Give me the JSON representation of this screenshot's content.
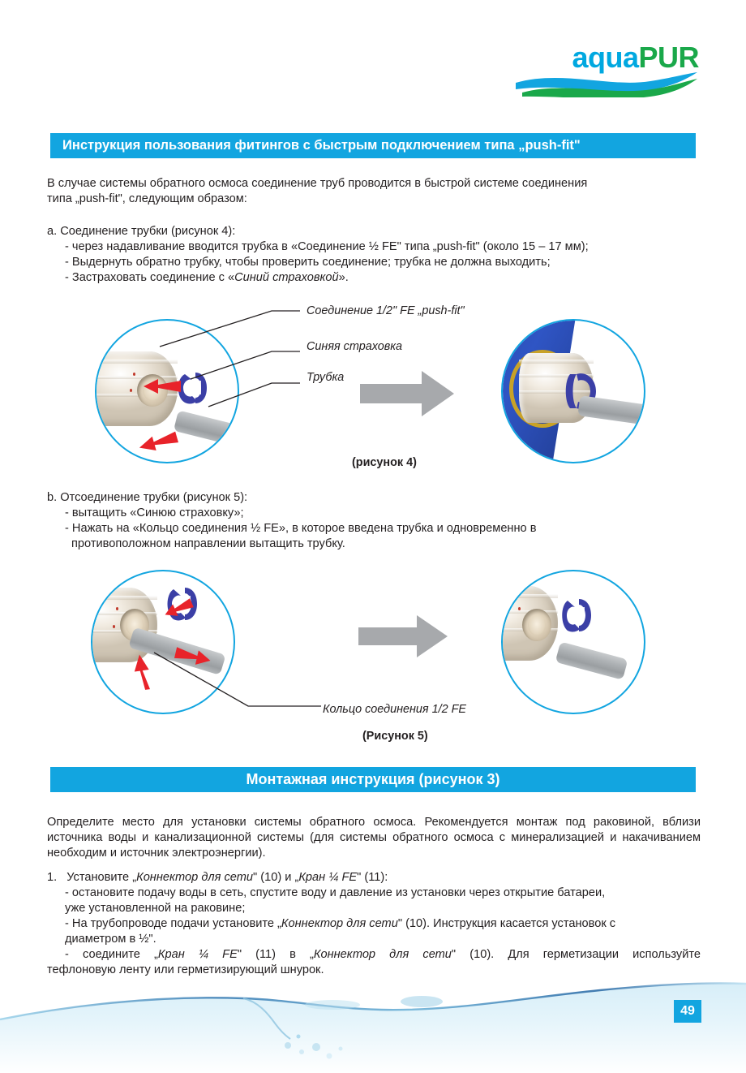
{
  "logo": {
    "part1": "aqua",
    "part2": "PUR",
    "swoosh_blue": "#12a5e0",
    "swoosh_green": "#1aa84a"
  },
  "colors": {
    "banner_blue": "#12a5e0",
    "circle_outline": "#12a5e0",
    "clip_blue": "#3b3fa6",
    "arrow_red": "#e8232a",
    "arrow_grey": "#a7a9ac",
    "text": "#231f20"
  },
  "banners": {
    "fittings": "Инструкция пользования фитингов с быстрым подключением типа „push-fit\"",
    "mounting": "Монтажная инструкция (рисунок 3)"
  },
  "intro": {
    "line1": "В случае системы обратного осмоса соединение труб проводится в быстрой системе соединения",
    "line2": "типа „push-fit\", следующим образом:"
  },
  "section_a": {
    "heading": "a. Соединение трубки (рисунок 4):",
    "bullets": [
      "- через надавливание вводится трубка в «Соединение ½ FE\" типа „push-fit\" (около 15 – 17 мм);",
      "- Выдернуть обратно трубку, чтобы проверить соединение; трубка не должна выходить;"
    ],
    "bullet3_prefix": "- Застраховать соединение с «",
    "bullet3_italic": "Синий страховкой",
    "bullet3_suffix": "»."
  },
  "figure4": {
    "labels": [
      "Соединение 1/2\" FE „push-fit\"",
      "Синяя страховка",
      "Трубка"
    ],
    "caption": "(рисунок 4)"
  },
  "section_b": {
    "heading": "b. Отсоединение трубки (рисунок 5):",
    "bullets": [
      "- вытащить «Синюю страховку»;",
      "- Нажать на «Кольцо соединения ½ FE», в которое введена трубка и одновременно в",
      "противоположном направлении вытащить трубку."
    ]
  },
  "figure5": {
    "label": "Кольцо соединения 1/2 FE",
    "caption": "(Рисунок 5)"
  },
  "mounting": {
    "paragraph": "Определите место для установки системы обратного осмоса. Рекомендуется монтаж под раковиной, вблизи источника воды и канализационной системы (для системы обратного осмоса с минерализацией и накачиванием необходим и источник электроэнергии).",
    "item1_num": "1.",
    "item1_prefix": "Установите „",
    "item1_ital1": "Коннектор для сети",
    "item1_mid": "\" (10) и „",
    "item1_ital2": "Кран ¼ FE",
    "item1_suffix": "\" (11):",
    "sub1_line1": "- остановите подачу воды в сеть, спустите воду и давление из установки через открытие батареи,",
    "sub1_line2": "уже установленной на раковине;",
    "sub2_prefix": "- На трубопроводе подачи установите „",
    "sub2_ital": "Коннектор для сети",
    "sub2_mid": "\" (10). Инструкция касается установок с",
    "sub2_line2": "диаметром в ½\".",
    "sub3_prefix": "- соедините „",
    "sub3_ital1": "Кран ¼ FE",
    "sub3_mid1": "\" (11) в „",
    "sub3_ital2": "Коннектор для сети",
    "sub3_mid2": "\" (10). Для герметизации используйте",
    "sub3_line2": "тефлоновую ленту или герметизирующий шнурок."
  },
  "footer": {
    "page_number": "49"
  }
}
